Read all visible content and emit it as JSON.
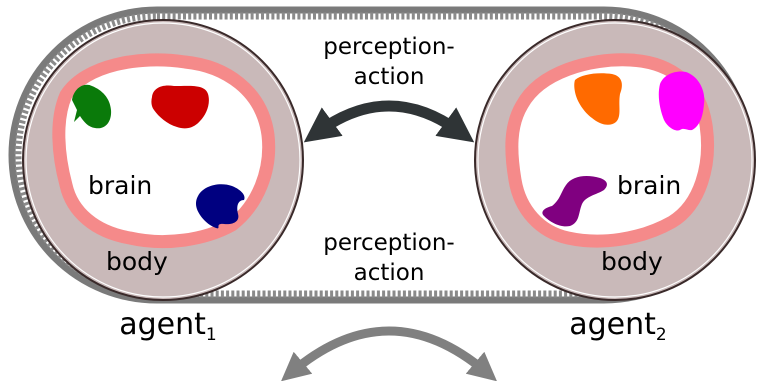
{
  "labels": {
    "perception_top": [
      "perception-",
      "action"
    ],
    "perception_bottom": [
      "perception-",
      "action"
    ],
    "agent1": {
      "name": "agent",
      "sub": "1"
    },
    "agent2": {
      "name": "agent",
      "sub": "2"
    },
    "brain": "brain",
    "body": "body"
  },
  "colors": {
    "belt": "#7a7a7a",
    "body_fill": "#c9b9b9",
    "brain_ring": "#f58a8a",
    "dark_arrow": "#2f3436",
    "grey_arrow": "#808080",
    "agent1_blobs": [
      "#0a7a0a",
      "#cc0000",
      "#000080"
    ],
    "agent2_blobs": [
      "#ff6a00",
      "#ff00ff",
      "#800080"
    ]
  }
}
